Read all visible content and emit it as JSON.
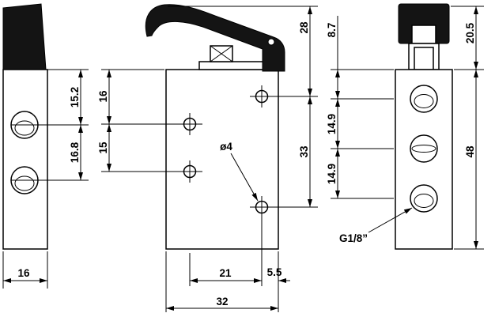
{
  "drawing_type": "pneumatic-lever-valve-dimensional-drawing",
  "views": {
    "left": {
      "dim_port1": "15.2",
      "dim_port2": "16.8",
      "dim_width": "16"
    },
    "front": {
      "dim_hole1": "16",
      "dim_hole2": "15",
      "dim_top": "28",
      "dim_mid": "33",
      "hole_label": "ø4",
      "dim_holes_h": "21",
      "dim_edge": "5.5",
      "dim_width": "32"
    },
    "side": {
      "dim_cap": "20.5",
      "dim_port_top": "8.7",
      "dim_port_a": "14.9",
      "dim_port_b": "14.9",
      "dim_height": "48",
      "thread_label": "G1/8”"
    }
  }
}
